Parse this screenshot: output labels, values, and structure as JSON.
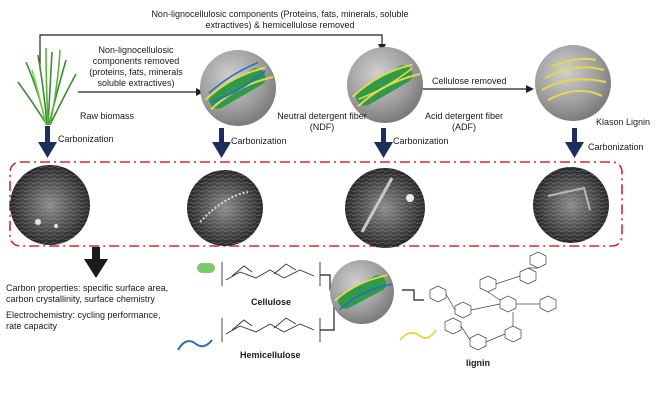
{
  "top_caption_line1": "Non-lignocellulosic components (Proteins, fats, minerals, soluble",
  "top_caption_line2": "extractives) & hemicellulose removed",
  "removed_caption_line1": "Non-lignocellulosic",
  "removed_caption_line2": "components removed",
  "removed_caption_line3": "(proteins, fats, minerals",
  "removed_caption_line4": "soluble extractives)",
  "cellulose_removed": "Cellulose removed",
  "stages": [
    {
      "label1": "Raw biomass",
      "label2": ""
    },
    {
      "label1": "Neutral detergent fiber",
      "label2": "(NDF)"
    },
    {
      "label1": "Acid detergent fiber",
      "label2": "(ADF)"
    },
    {
      "label1": "Klason Lignin",
      "label2": ""
    }
  ],
  "carbonization": "Carbonization",
  "properties_line1": "Carbon properties: specific surface area,",
  "properties_line2": "carbon crystallinity, surface chemistry",
  "electro_line1": "Electrochemistry: cycling performance,",
  "electro_line2": "rate capacity",
  "cellulose": "Cellulose",
  "hemicellulose": "Hemicellulose",
  "lignin": "lignin",
  "colors": {
    "arrow": "#1f2d5c",
    "dash_box": "#d42a2a",
    "fiber_green": "#2f9b4a",
    "fiber_yellow": "#e7d84a",
    "fiber_blue": "#2d6fb8",
    "sphere": "#9a9a9a",
    "sem_dark": "#2a2a2a"
  }
}
